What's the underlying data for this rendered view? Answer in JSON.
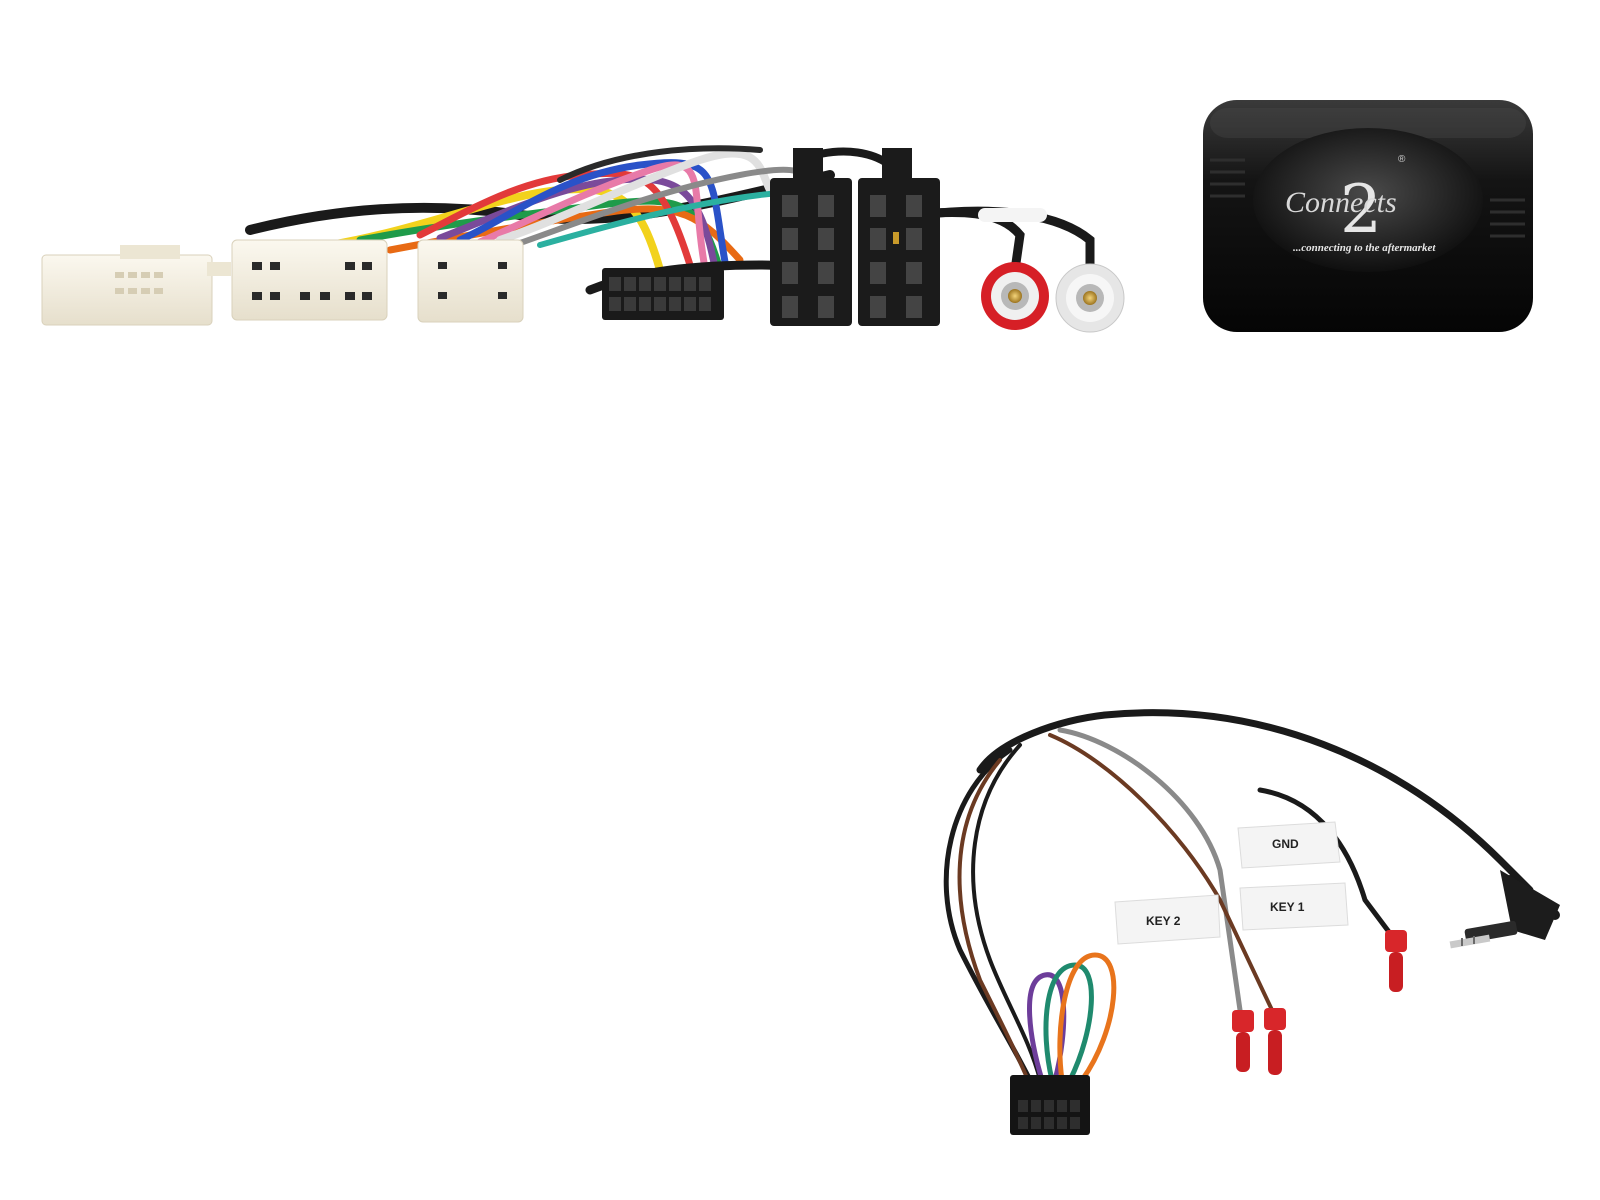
{
  "logo": {
    "digit": "2",
    "wordmark": "Connects",
    "registered": "®",
    "tagline": "...connecting to the aftermarket"
  },
  "labels": {
    "gnd": "GND",
    "key1": "KEY 1",
    "key2": "KEY 2"
  },
  "colors": {
    "background": "#ffffff",
    "interface_box": "#111111",
    "connector_white": "#f2ede0",
    "connector_black": "#1a1a1a",
    "pin_red": "#d8262a",
    "rca_red": "#d61f26",
    "rca_white": "#e8e8e8"
  }
}
